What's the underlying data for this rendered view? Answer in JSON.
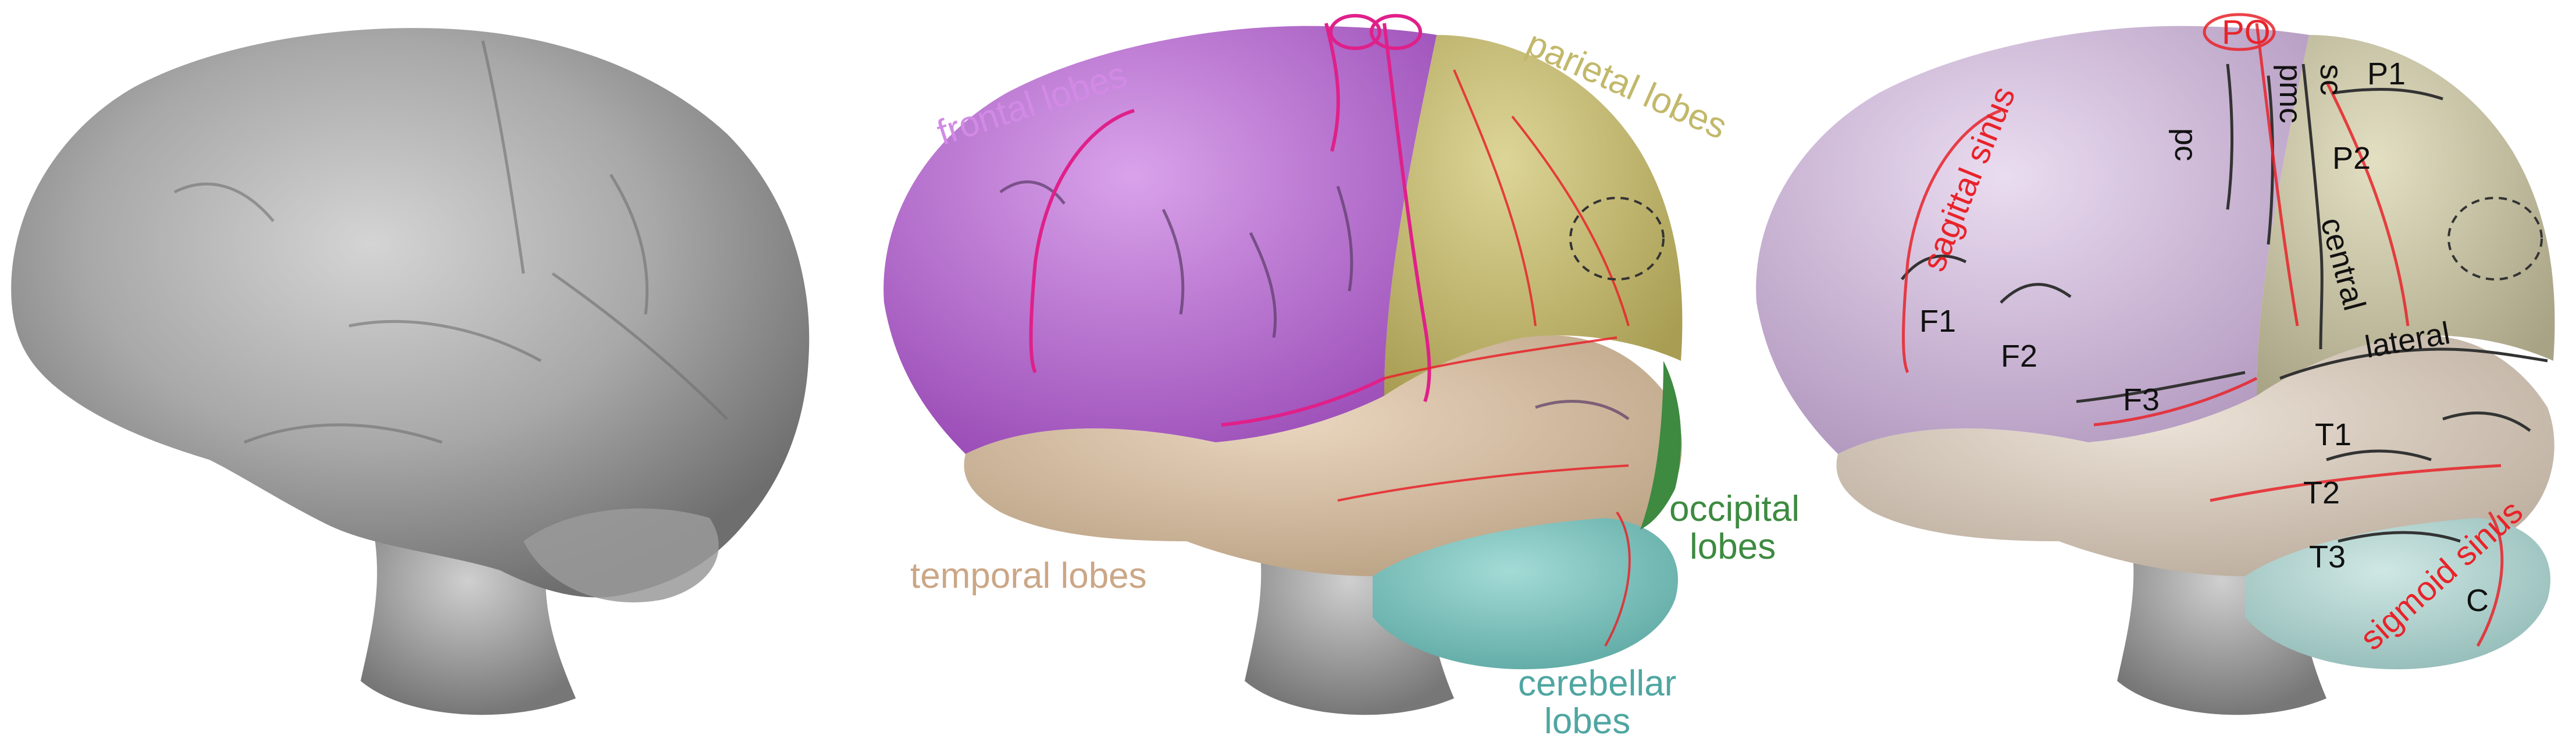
{
  "panels": {
    "left": {
      "kind": "surface-render"
    },
    "middle": {
      "lobe_labels": {
        "frontal": "frontal lobes",
        "parietal": "parietal lobes",
        "occipital_1": "occipital",
        "occipital_2": "lobes",
        "temporal": "temporal lobes",
        "cerebellar_1": "cerebellar",
        "cerebellar_2": "lobes"
      },
      "vessel_label": ""
    },
    "right": {
      "sulci": {
        "PO": "PO",
        "pc": "pc",
        "pmc": "pmc",
        "sc": "sc",
        "P1": "P1",
        "P2": "P2",
        "central": "central",
        "lateral": "lateral",
        "F1": "F1",
        "F2": "F2",
        "F3": "F3",
        "T1": "T1",
        "T2": "T2",
        "T3": "T3",
        "C": "C"
      },
      "sinuses": {
        "sagittal": "sagittal sinus",
        "sigmoid": "sigmoid sinus"
      }
    }
  },
  "colors": {
    "background": "#ffffff",
    "gray_surface": "#a9a9a9",
    "frontal": "#c482d9",
    "parietal": "#cfc47a",
    "occipital": "#3d8a40",
    "temporal": "#dcc3a6",
    "cerebellar": "#7fc8c4",
    "sinus_red": "#e8232a",
    "vessel_pink": "#e0208a",
    "sulcus_line": "#333333"
  }
}
